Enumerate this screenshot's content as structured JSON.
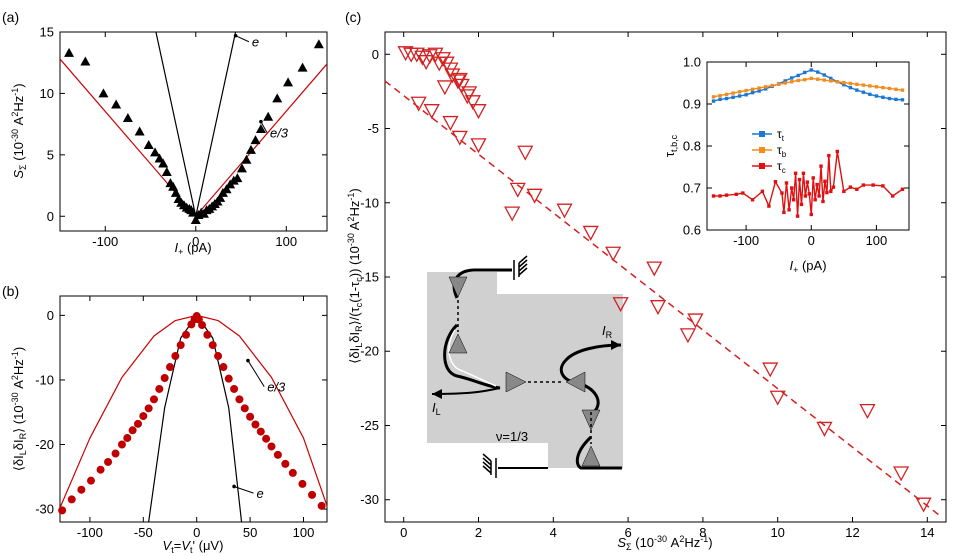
{
  "panel_labels": {
    "a": "(a)",
    "b": "(b)",
    "c": "(c)"
  },
  "chart_data": [
    {
      "panel": "a",
      "type": "scatter",
      "xlim": [
        -150,
        145
      ],
      "ylim": [
        -1.2,
        15
      ],
      "xticks": [
        -100,
        0,
        100
      ],
      "yticks": [
        0,
        5,
        10,
        15
      ],
      "xlabel": {
        "main": "I",
        "sub": "+",
        "rest": " (pA)"
      },
      "ylabel": {
        "main": "S",
        "sub": "Σ",
        "rest": " (10",
        "sup": "-30",
        "rest2": " A",
        "sup2": "2",
        "rest3": "Hz",
        "sup3": "-1",
        "rest4": ")"
      },
      "markers": {
        "shape": "triangle",
        "color": "#000000",
        "x": [
          -140,
          -122,
          -102,
          -88,
          -75,
          -62,
          -52,
          -45,
          -40,
          -36,
          -32,
          -28,
          -25,
          -22,
          -19,
          -16,
          -13,
          -10,
          -7,
          -5,
          -3,
          0,
          3,
          6,
          9,
          12,
          15,
          18,
          21,
          24,
          27,
          30,
          34,
          38,
          42,
          46,
          51,
          56,
          61,
          66,
          72,
          80,
          90,
          102,
          118,
          136
        ],
        "y": [
          13.3,
          12.6,
          10.0,
          9.1,
          8.0,
          6.9,
          5.8,
          5.2,
          4.7,
          4.3,
          3.6,
          2.7,
          2.4,
          1.9,
          1.4,
          1.1,
          0.9,
          0.7,
          0.6,
          0.5,
          0.3,
          -0.3,
          0.1,
          0.3,
          0.2,
          0.5,
          0.6,
          0.8,
          1.0,
          1.2,
          1.5,
          1.9,
          2.2,
          2.6,
          2.9,
          3.1,
          3.9,
          4.6,
          5.4,
          6.2,
          7.1,
          8.1,
          9.6,
          10.9,
          12.1,
          14.0
        ]
      },
      "lines": [
        {
          "label": "e",
          "color": "#000000",
          "points": [
            [
              -44,
              15
            ],
            [
              0,
              0
            ],
            [
              44,
              15
            ]
          ]
        },
        {
          "label": "e/3",
          "color": "#cc0000",
          "points": [
            [
              -150,
              12.8
            ],
            [
              0,
              0
            ],
            [
              145,
              12.4
            ]
          ]
        }
      ],
      "annotations": [
        {
          "text": "e",
          "x": 62,
          "y": 13.8,
          "arrow_to": [
            44,
            14.7
          ]
        },
        {
          "text": "e/3",
          "x": 82,
          "y": 6.4,
          "arrow_to": [
            72,
            7.7
          ]
        }
      ]
    },
    {
      "panel": "b",
      "type": "scatter",
      "xlim": [
        -128,
        122
      ],
      "ylim": [
        -32,
        3
      ],
      "xticks": [
        -100,
        -50,
        0,
        50,
        100
      ],
      "yticks": [
        -30,
        -20,
        -10,
        0
      ],
      "xlabel": {
        "main": "V",
        "sub": "t",
        "eq": "=",
        "main2": "V",
        "sub2": "t",
        "prime": "'",
        "rest": " (μV)"
      },
      "ylabel": {
        "main": "⟨δI",
        "sub": "L",
        "main2": "δI",
        "sub2": "R",
        "rest": "⟩  (10",
        "sup": "-30",
        "rest2": " A",
        "sup2": "2",
        "rest3": "Hz",
        "sup3": "-1",
        "rest4": ")"
      },
      "markers": {
        "shape": "circle",
        "color": "#c00000",
        "x": [
          -126,
          -117,
          -108,
          -99,
          -90,
          -83,
          -76,
          -70,
          -65,
          -60,
          -55,
          -50,
          -45,
          -40,
          -35,
          -30,
          -25,
          -20,
          -15,
          -10,
          -5,
          -2,
          0,
          2,
          5,
          10,
          15,
          20,
          25,
          30,
          35,
          40,
          45,
          50,
          55,
          60,
          65,
          70,
          76,
          83,
          90,
          99,
          108,
          117
        ],
        "y": [
          -30.2,
          -28.5,
          -27.0,
          -25.6,
          -23.9,
          -22.7,
          -21.4,
          -20.0,
          -19.0,
          -17.8,
          -16.8,
          -15.6,
          -14.4,
          -13.0,
          -11.4,
          -9.7,
          -8.0,
          -6.3,
          -4.6,
          -3.0,
          -1.4,
          -0.6,
          -0.1,
          -0.6,
          -1.5,
          -3.0,
          -4.6,
          -6.3,
          -8.0,
          -9.8,
          -11.4,
          -13.0,
          -14.4,
          -15.7,
          -16.9,
          -18.0,
          -19.1,
          -20.3,
          -21.6,
          -23.0,
          -24.4,
          -26.1,
          -27.8,
          -29.5
        ]
      },
      "curves": [
        {
          "label": "e",
          "color": "#000000",
          "points": [
            [
              -45,
              -32
            ],
            [
              -30,
              -14.3
            ],
            [
              -15,
              -3.5
            ],
            [
              0,
              0
            ],
            [
              15,
              -3.5
            ],
            [
              30,
              -14.3
            ],
            [
              42,
              -32
            ]
          ]
        },
        {
          "label": "e/3",
          "color": "#cc0000",
          "points": [
            [
              -128,
              -29.8
            ],
            [
              -100,
              -19.0
            ],
            [
              -70,
              -9.6
            ],
            [
              -40,
              -3.2
            ],
            [
              -20,
              -0.8
            ],
            [
              0,
              0
            ],
            [
              20,
              -0.8
            ],
            [
              40,
              -3.2
            ],
            [
              70,
              -9.6
            ],
            [
              100,
              -19.0
            ],
            [
              122,
              -29.5
            ]
          ]
        }
      ],
      "annotations": [
        {
          "text": "e/3",
          "x": 66,
          "y": -11.8,
          "arrow_to": [
            48,
            -7
          ]
        },
        {
          "text": "e",
          "x": 56,
          "y": -28.3,
          "arrow_to": [
            35,
            -26.5
          ]
        }
      ]
    },
    {
      "panel": "c",
      "type": "scatter",
      "xlim": [
        -0.5,
        14.5
      ],
      "ylim": [
        -31.5,
        1.5
      ],
      "xticks": [
        0,
        2,
        4,
        6,
        8,
        10,
        12,
        14
      ],
      "yticks": [
        -30,
        -25,
        -20,
        -15,
        -10,
        -5,
        0
      ],
      "xlabel": {
        "main": "S",
        "sub": "Σ",
        "rest": "  (10",
        "sup": "-30",
        "rest2": " A",
        "sup2": "2",
        "rest3": "Hz",
        "sup3": "-1",
        "rest4": ")"
      },
      "ylabel": {
        "main": "⟨δI",
        "sub": "L",
        "main2": "δI",
        "sub2": "R",
        "rest": "⟩/(τ",
        "sub3": "c",
        "rest2": "(1-τ",
        "sub4": "c",
        "rest3": "))   (10",
        "sup": "-30",
        "rest4": " A",
        "sup2": "2",
        "rest5": "Hz",
        "sup3": "-1",
        "rest6": ")"
      },
      "markers": {
        "shape": "triangle-down-open",
        "color": "#d42020",
        "x": [
          0.05,
          0.2,
          0.35,
          0.5,
          0.6,
          0.7,
          0.85,
          0.95,
          1.05,
          1.15,
          1.25,
          1.3,
          1.45,
          1.55,
          1.7,
          1.85,
          2.0,
          0.4,
          0.75,
          1.1,
          1.5,
          1.75,
          1.25,
          1.5,
          2.0,
          3.25,
          3.05,
          3.5,
          2.9,
          4.3,
          5.0,
          5.6,
          6.7,
          5.8,
          6.8,
          7.6,
          7.8,
          9.8,
          10.0,
          11.25,
          12.4,
          13.3,
          13.9
        ],
        "y": [
          0.1,
          0.0,
          0.0,
          -0.2,
          -0.5,
          -0.1,
          0.0,
          -0.6,
          -0.3,
          -0.6,
          -1.0,
          -1.4,
          -1.8,
          -2.1,
          -2.8,
          -3.2,
          -3.8,
          -3.3,
          -3.8,
          -2.2,
          -1.7,
          -2.6,
          -4.6,
          -5.6,
          -6.1,
          -6.6,
          -9.1,
          -9.5,
          -10.7,
          -10.5,
          -12.0,
          -13.4,
          -14.4,
          -16.8,
          -17.0,
          -18.9,
          -17.9,
          -21.2,
          -23.1,
          -25.2,
          -24.0,
          -28.2,
          -30.3
        ]
      },
      "fit_line": {
        "color": "#d42020",
        "style": "dashed",
        "points": [
          [
            -0.5,
            -1.8
          ],
          [
            14.4,
            -31.2
          ]
        ]
      },
      "inset": {
        "type": "line",
        "xlim": [
          -160,
          150
        ],
        "ylim": [
          0.6,
          1.0
        ],
        "xticks": [
          -100,
          0,
          100
        ],
        "yticks": [
          0.6,
          0.7,
          0.8,
          0.9,
          1.0
        ],
        "ytick_labels": [
          "0.6",
          "0.7",
          "0.8",
          "0.9",
          "1.0"
        ],
        "xlabel": {
          "main": "I",
          "sub": "+",
          "rest": " (pA)"
        },
        "ylabel": {
          "main": "τ",
          "sub": "t,b,c"
        },
        "series": [
          {
            "name": "τt",
            "symbol": "τ",
            "subscript": "t",
            "color": "#1f77d4",
            "x": [
              -150,
              -140,
              -130,
              -120,
              -110,
              -100,
              -90,
              -80,
              -70,
              -60,
              -50,
              -40,
              -30,
              -20,
              -10,
              0,
              10,
              20,
              30,
              40,
              50,
              60,
              70,
              80,
              90,
              100,
              110,
              120,
              130,
              140
            ],
            "y": [
              0.907,
              0.911,
              0.913,
              0.916,
              0.919,
              0.922,
              0.927,
              0.931,
              0.936,
              0.942,
              0.948,
              0.955,
              0.962,
              0.968,
              0.975,
              0.981,
              0.976,
              0.969,
              0.961,
              0.953,
              0.946,
              0.939,
              0.933,
              0.928,
              0.923,
              0.919,
              0.916,
              0.913,
              0.911,
              0.91
            ]
          },
          {
            "name": "τb",
            "symbol": "τ",
            "subscript": "b",
            "color": "#f28c1e",
            "x": [
              -150,
              -140,
              -130,
              -120,
              -110,
              -100,
              -90,
              -80,
              -70,
              -60,
              -50,
              -40,
              -30,
              -20,
              -10,
              0,
              10,
              20,
              30,
              40,
              50,
              60,
              70,
              80,
              90,
              100,
              110,
              120,
              130,
              140
            ],
            "y": [
              0.917,
              0.92,
              0.923,
              0.926,
              0.929,
              0.932,
              0.935,
              0.938,
              0.941,
              0.944,
              0.947,
              0.95,
              0.953,
              0.956,
              0.958,
              0.961,
              0.959,
              0.957,
              0.955,
              0.953,
              0.951,
              0.949,
              0.947,
              0.945,
              0.943,
              0.941,
              0.939,
              0.937,
              0.935,
              0.933
            ]
          },
          {
            "name": "τc",
            "symbol": "τ",
            "subscript": "c",
            "color": "#e01010",
            "x": [
              -150,
              -140,
              -130,
              -115,
              -105,
              -90,
              -75,
              -65,
              -55,
              -45,
              -42,
              -38,
              -34,
              -30,
              -27,
              -24,
              -21,
              -18,
              -15,
              -12,
              -9,
              -6,
              -3,
              0,
              3,
              6,
              9,
              12,
              15,
              18,
              21,
              24,
              27,
              30,
              34,
              40,
              50,
              60,
              70,
              80,
              95,
              110,
              125,
              140
            ],
            "y": [
              0.681,
              0.681,
              0.683,
              0.685,
              0.688,
              0.672,
              0.692,
              0.657,
              0.715,
              0.688,
              0.642,
              0.712,
              0.648,
              0.7,
              0.672,
              0.735,
              0.633,
              0.72,
              0.661,
              0.735,
              0.681,
              0.714,
              0.686,
              0.637,
              0.724,
              0.672,
              0.708,
              0.681,
              0.752,
              0.668,
              0.716,
              0.689,
              0.777,
              0.692,
              0.702,
              0.787,
              0.692,
              0.702,
              0.697,
              0.707,
              0.707,
              0.705,
              0.681,
              0.697
            ]
          }
        ]
      },
      "diagram": {
        "nu_label": "ν=1/3",
        "IR": {
          "main": "I",
          "sub": "R"
        },
        "IL": {
          "main": "I",
          "sub": "L"
        }
      }
    }
  ]
}
